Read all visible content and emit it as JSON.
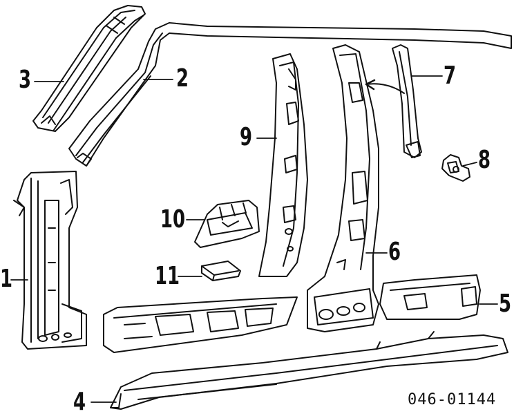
{
  "diagram": {
    "callouts": {
      "c1": "1",
      "c2": "2",
      "c3": "3",
      "c4": "4",
      "c5": "5",
      "c6": "6",
      "c7": "7",
      "c8": "8",
      "c9": "9",
      "c10": "10",
      "c11": "11"
    },
    "part_number": "046-01144"
  }
}
